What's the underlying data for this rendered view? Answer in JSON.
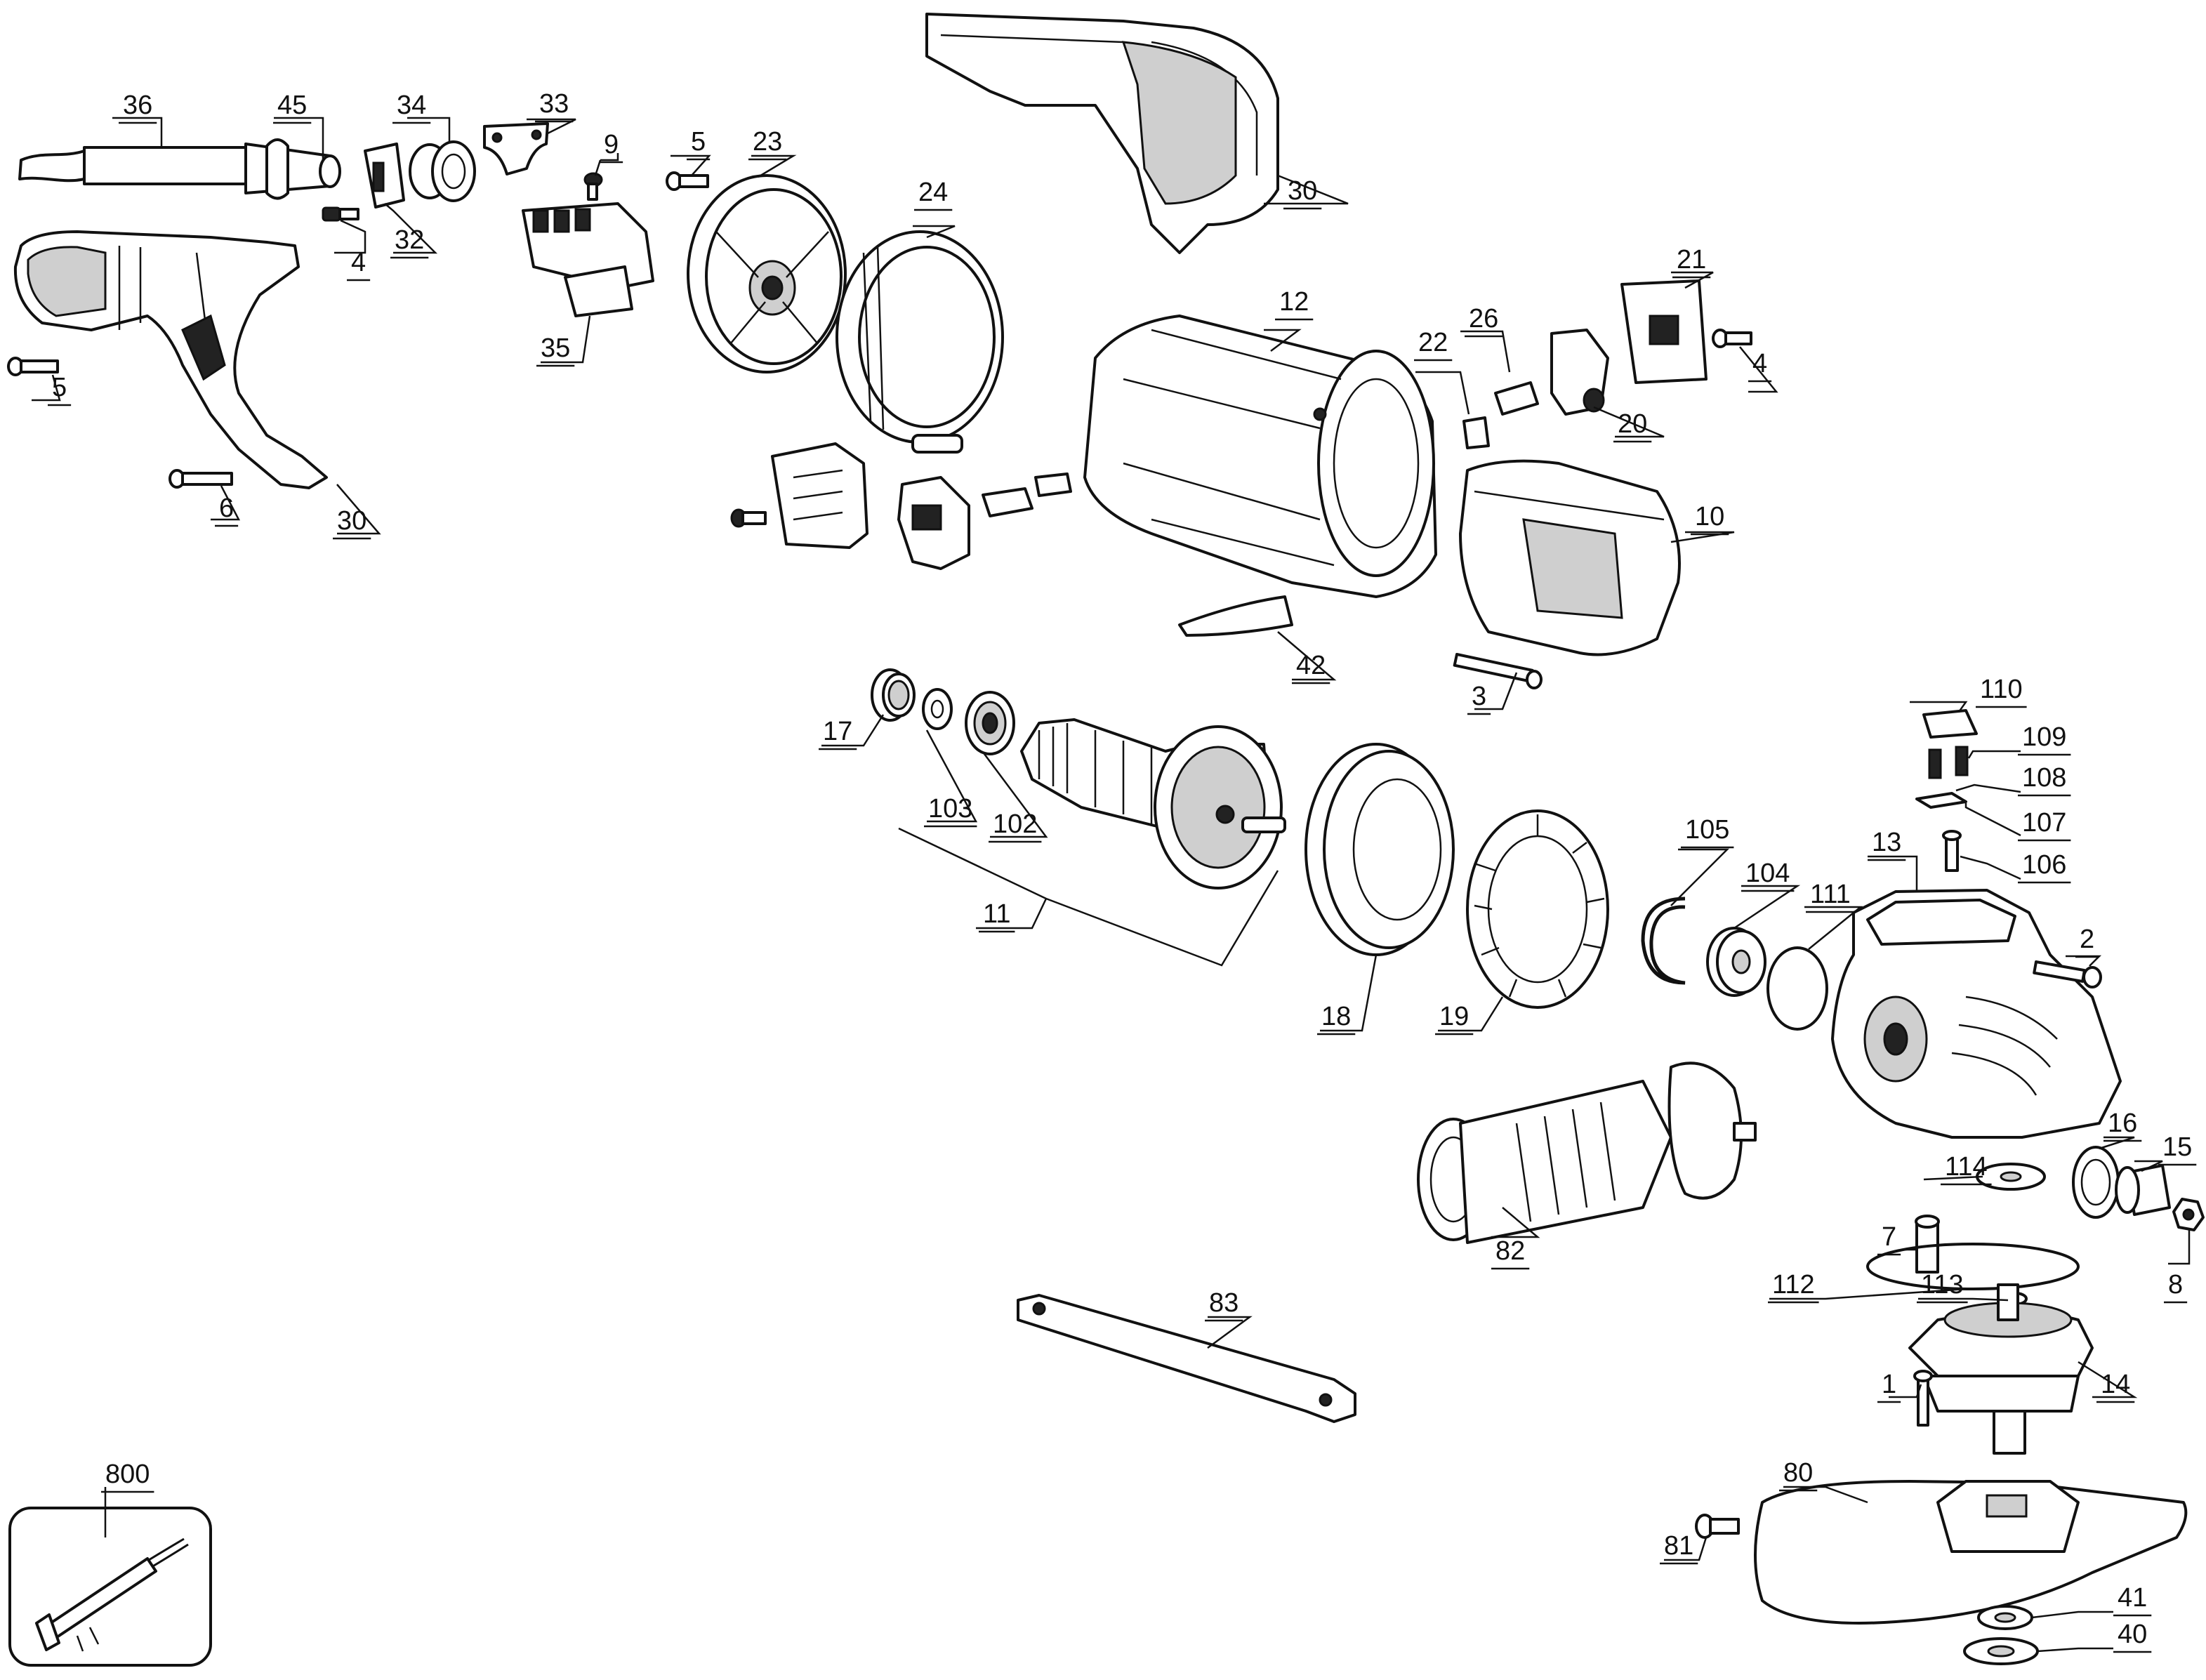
{
  "callouts": [
    {
      "id": "c36",
      "text": "36"
    },
    {
      "id": "c45",
      "text": "45"
    },
    {
      "id": "c34",
      "text": "34"
    },
    {
      "id": "c33",
      "text": "33"
    },
    {
      "id": "c9",
      "text": "9"
    },
    {
      "id": "c5a",
      "text": "5"
    },
    {
      "id": "c23",
      "text": "23"
    },
    {
      "id": "c30a",
      "text": "30"
    },
    {
      "id": "c4a",
      "text": "4"
    },
    {
      "id": "c32",
      "text": "32"
    },
    {
      "id": "c24",
      "text": "24"
    },
    {
      "id": "c35",
      "text": "35"
    },
    {
      "id": "c5b",
      "text": "5"
    },
    {
      "id": "c6",
      "text": "6"
    },
    {
      "id": "c30b",
      "text": "30"
    },
    {
      "id": "c12",
      "text": "12"
    },
    {
      "id": "c21",
      "text": "21"
    },
    {
      "id": "c26",
      "text": "26"
    },
    {
      "id": "c22",
      "text": "22"
    },
    {
      "id": "c4b",
      "text": "4"
    },
    {
      "id": "c20",
      "text": "20"
    },
    {
      "id": "c10",
      "text": "10"
    },
    {
      "id": "c42",
      "text": "42"
    },
    {
      "id": "c3",
      "text": "3"
    },
    {
      "id": "c17",
      "text": "17"
    },
    {
      "id": "c103",
      "text": "103"
    },
    {
      "id": "c102",
      "text": "102"
    },
    {
      "id": "c11",
      "text": "11"
    },
    {
      "id": "c110",
      "text": "110"
    },
    {
      "id": "c109",
      "text": "109"
    },
    {
      "id": "c108",
      "text": "108"
    },
    {
      "id": "c107",
      "text": "107"
    },
    {
      "id": "c106",
      "text": "106"
    },
    {
      "id": "c105",
      "text": "105"
    },
    {
      "id": "c104",
      "text": "104"
    },
    {
      "id": "c111",
      "text": "111"
    },
    {
      "id": "c13",
      "text": "13"
    },
    {
      "id": "c2",
      "text": "2"
    },
    {
      "id": "c18",
      "text": "18"
    },
    {
      "id": "c19",
      "text": "19"
    },
    {
      "id": "c16",
      "text": "16"
    },
    {
      "id": "c15",
      "text": "15"
    },
    {
      "id": "c114",
      "text": "114"
    },
    {
      "id": "c7",
      "text": "7"
    },
    {
      "id": "c8",
      "text": "8"
    },
    {
      "id": "c82",
      "text": "82"
    },
    {
      "id": "c112",
      "text": "112"
    },
    {
      "id": "c113",
      "text": "113"
    },
    {
      "id": "c83",
      "text": "83"
    },
    {
      "id": "c14",
      "text": "14"
    },
    {
      "id": "c1",
      "text": "1"
    },
    {
      "id": "c800",
      "text": "800"
    },
    {
      "id": "c80",
      "text": "80"
    },
    {
      "id": "c81",
      "text": "81"
    },
    {
      "id": "c41",
      "text": "41"
    },
    {
      "id": "c40",
      "text": "40"
    }
  ]
}
